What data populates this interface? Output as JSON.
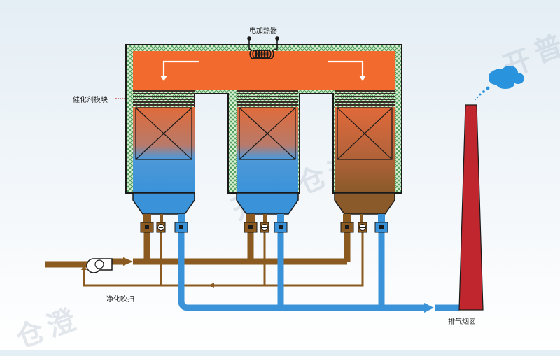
{
  "labels": {
    "heater": "电加热器",
    "catalyst_module": "催化剂模块",
    "purge": "净化吹扫",
    "chimney": "排气烟囱"
  },
  "watermark": {
    "chars": [
      "开",
      "普",
      "仓",
      "澄"
    ]
  },
  "colors": {
    "hot": "#f26a2e",
    "cool_gas": "#3a93d9",
    "pipe_brown": "#8a5a20",
    "insulation": "#57a85a",
    "chimney": "#c0262d",
    "smoke": "#2a93dd"
  }
}
